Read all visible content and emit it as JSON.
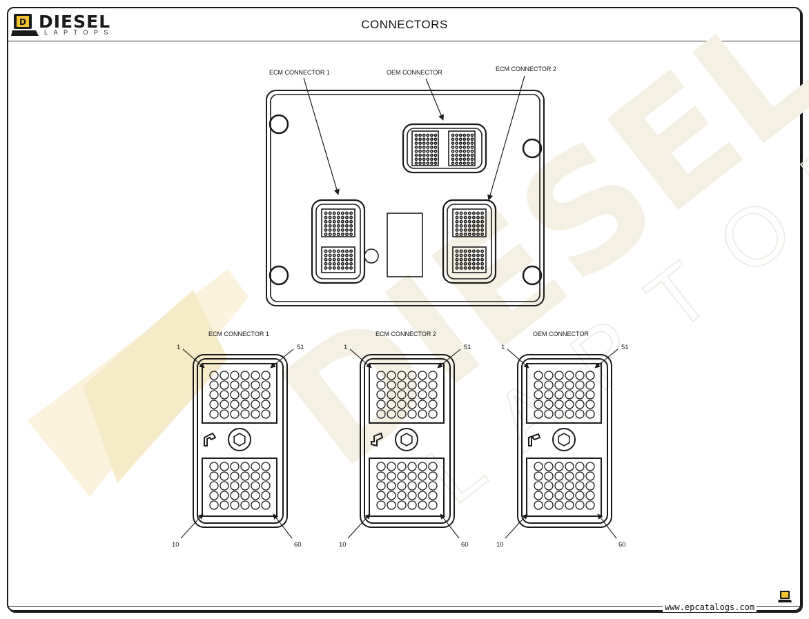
{
  "header": {
    "brand": "DIESEL",
    "brand_sub": "LAPTOPS",
    "title": "CONNECTORS"
  },
  "module_labels": {
    "ecm1": "ECM CONNECTOR 1",
    "oem": "OEM CONNECTOR",
    "ecm2": "ECM CONNECTOR 2"
  },
  "connectors": [
    {
      "label": "ECM CONNECTOR 1",
      "pin_tl": "1",
      "pin_tr": "51",
      "pin_bl": "10",
      "pin_br": "60"
    },
    {
      "label": "ECM CONNECTOR 2",
      "pin_tl": "1",
      "pin_tr": "51",
      "pin_bl": "10",
      "pin_br": "60"
    },
    {
      "label": "OEM CONNECTOR",
      "pin_tl": "1",
      "pin_tr": "51",
      "pin_bl": "10",
      "pin_br": "60"
    }
  ],
  "footer": {
    "website": "www.epcatalogs.com"
  },
  "colors": {
    "brand_yellow": "#f2c230",
    "line": "#1a1a1a",
    "watermark": "#f3ecd6"
  },
  "icons": [
    "laptop-logo-icon",
    "laptop-corner-icon"
  ]
}
